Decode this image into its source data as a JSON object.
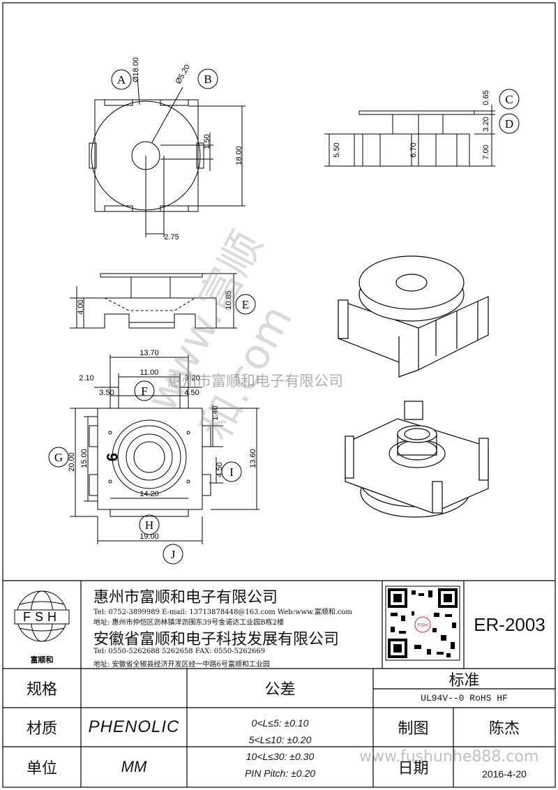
{
  "drawing": {
    "labels": {
      "A": "A",
      "B": "B",
      "C": "C",
      "D": "D",
      "E": "E",
      "F": "F",
      "G": "G",
      "H": "H",
      "I": "I",
      "J": "J"
    },
    "pin_mark": "9",
    "top_view": {
      "dia_outer": "Ø18.00",
      "dia_inner": "Ø5.20",
      "width": "18.00",
      "slot": "1.50",
      "offset": "2.75"
    },
    "side_view": {
      "flange": "0.65",
      "flange_gap": "3.20",
      "height_left": "5.50",
      "inner": "6.70",
      "right": "7.00"
    },
    "front_view": {
      "pin_h": "4.00",
      "total_h": "10.85"
    },
    "bottom_view": {
      "w_1370": "13.70",
      "w_1100": "11.00",
      "w_210": "2.10",
      "w_350": "3.50",
      "w_320": "3.20",
      "w_450": "4.50",
      "h_140": "1.40",
      "h_2000": "20.00",
      "h_1500": "15.00",
      "h_1360": "13.60",
      "h_450": "4.50",
      "w_1420": "14.20",
      "w_1900": "19.00"
    }
  },
  "watermark": {
    "main": "www.富顺和.com",
    "line": "惠州市富顺和电子有限公司",
    "footer": "www.fushunhe888.com"
  },
  "company": {
    "logo_text": "FSH",
    "logo_caption": "富顺和",
    "name1": "惠州市富顺和电子有限公司",
    "contact1": "Tel: 0752-3899989 E-mail: 13713878448@163.com Web:www.富顺和.com",
    "addr1": "地址: 惠州市仲恺区沥林镇洋沥围东39号金诺达工业园B栋2楼",
    "name2": "安徽省富顺和电子科技发展有限公司",
    "contact2": "Tel: 0550-5262688 5262658 FAX: 0550-5262669",
    "addr2": "地址: 安徽省全椒县经济开发区经一中路6号富顺和工业园",
    "part_no": "ER-2003"
  },
  "table": {
    "spec_label": "规格",
    "spec_value": "",
    "tolerance_label": "公差",
    "standard_label": "标准",
    "standard_value": "UL94V--0 RoHS HF",
    "material_label": "材质",
    "material_value": "PHENOLIC",
    "unit_label": "单位",
    "unit_value": "MM",
    "tolerances": [
      "0<L≤5: ±0.10",
      "5<L≤10: ±0.20",
      "10<L≤30: ±0.30",
      "PIN Pitch: ±0.20"
    ],
    "drawing_label": "制图",
    "drawer": "陈杰",
    "date_label": "日期",
    "date": "2016-4-20"
  }
}
